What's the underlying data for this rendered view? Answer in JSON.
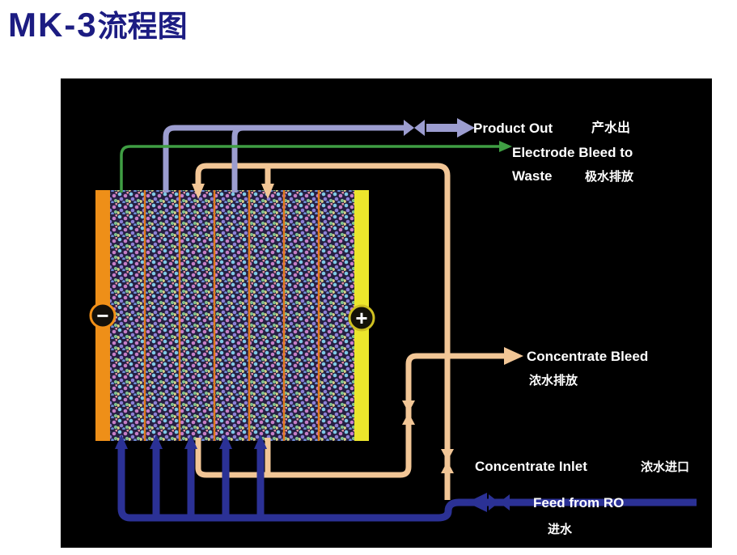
{
  "title": {
    "latin": "MK-3",
    "cjk": "流程图"
  },
  "diagram": {
    "labels": {
      "product_out": "Product Out",
      "product_out_zh": "产水出",
      "electrode_bleed_line1": "Electrode Bleed to",
      "electrode_bleed_line2": "Waste",
      "electrode_bleed_zh": "极水排放",
      "concentrate_bleed": "Concentrate Bleed",
      "concentrate_bleed_zh": "浓水排放",
      "concentrate_inlet": "Concentrate Inlet",
      "concentrate_inlet_zh": "浓水进口",
      "feed_from_ro": "Feed from RO",
      "feed_zh": "进水",
      "negative_sign": "−",
      "positive_sign": "+"
    },
    "colors": {
      "product_pipe": "#9c9dd0",
      "electrode_bleed_line": "#3f9e43",
      "concentrate_pipe": "#f2c696",
      "feed_pipe": "#2b3195",
      "negative_electrode": "#f29018",
      "positive_electrode": "#f2e41f",
      "anode_bar": "#ee8f18",
      "cathode_bar": "#ece62c",
      "title_text": "#1c1c82",
      "panel_bg": "#000000"
    }
  }
}
